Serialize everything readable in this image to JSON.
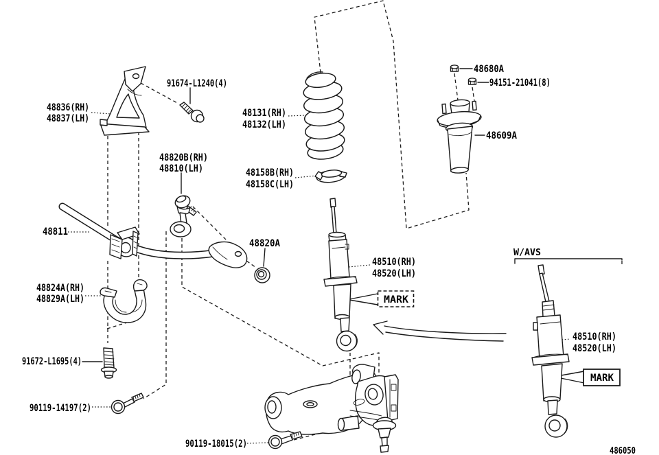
{
  "style": {
    "ink": "#1a1a1a",
    "background": "#ffffff"
  },
  "labels": {
    "bracket_rh": "48836(RH)",
    "bracket_lh": "48837(LH)",
    "bolt_91674": "91674-L1240(4)",
    "spring_rh": "48131(RH)",
    "spring_lh": "48132(LH)",
    "link_rh": "48820B(RH)",
    "link_lh": "48810(LH)",
    "insulator_rh": "48158B(RH)",
    "insulator_lh": "48158C(LH)",
    "nut_48680a": "48680A",
    "nut_94151": "94151-21041(8)",
    "support_48609a": "48609A",
    "stabilizer_bar": "48811",
    "nut_48820a": "48820A",
    "clamp_rh": "48824A(RH)",
    "clamp_lh": "48829A(LH)",
    "bolt_91672": "91672-L1695(4)",
    "bolt_90119_14197": "90119-14197(2)",
    "shock_rh": "48510(RH)",
    "shock_lh": "48520(LH)",
    "mark_left": "MARK",
    "bolt_90119_18015": "90119-18015(2)",
    "wavs": "W/AVS",
    "shock_avs_rh": "48510(RH)",
    "shock_avs_lh": "48520(LH)",
    "mark_right": "MARK",
    "figure_id": "486050"
  }
}
